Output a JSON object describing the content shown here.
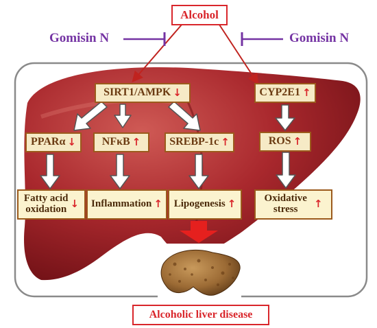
{
  "nodes": {
    "alcohol": "Alcohol",
    "gomisin_left": "Gomisin N",
    "gomisin_right": "Gomisin N",
    "sirt1": "SIRT1/AMPK",
    "cyp2e1": "CYP2E1",
    "ppara": "PPARα",
    "nfkb": "NFκB",
    "srebp": "SREBP-1c",
    "ros": "ROS",
    "fatty_line1": "Fatty acid",
    "fatty_line2": "oxidation",
    "inflammation": "Inflammation",
    "lipogenesis": "Lipogenesis",
    "oxid_line1": "Oxidative",
    "oxid_line2": "stress",
    "disease": "Alcoholic liver disease"
  },
  "arrows": {
    "up": "↑",
    "down": "↓"
  },
  "colors": {
    "red": "#d9262b",
    "purple": "#7433a3",
    "box_border": "#9b5a1c",
    "liver": "#a8282e"
  }
}
